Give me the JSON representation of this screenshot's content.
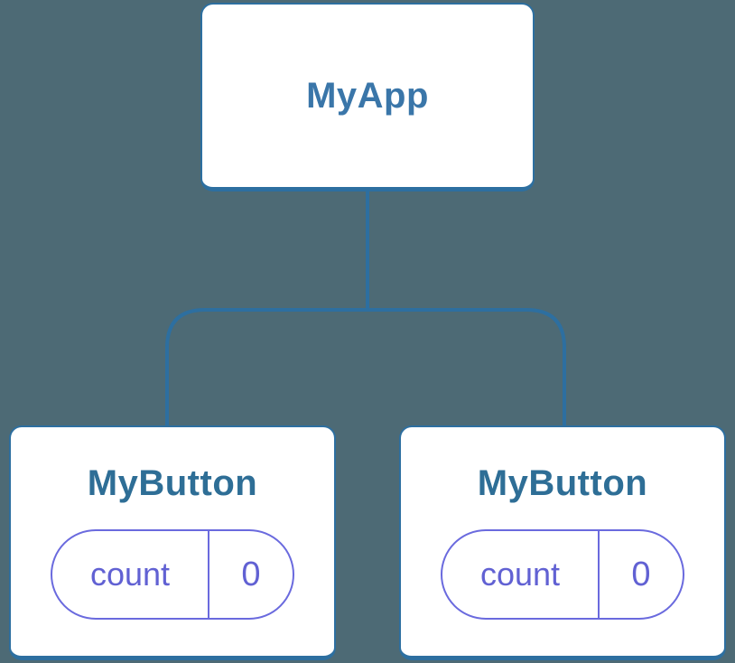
{
  "diagram": {
    "type": "component-tree",
    "background_color": "#4d6a75",
    "root": {
      "label": "MyApp"
    },
    "children": [
      {
        "label": "MyButton",
        "state": {
          "key": "count",
          "value": "0"
        }
      },
      {
        "label": "MyButton",
        "state": {
          "key": "count",
          "value": "0"
        }
      }
    ],
    "colors": {
      "node_fill": "#ffffff",
      "node_border": "#2d6fa0",
      "connector": "#2d6fa0",
      "root_label_text": "#3a76a9",
      "child_label_text": "#2e6e96",
      "state_pill_border": "#6a6ade",
      "state_pill_text": "#6161d3"
    }
  }
}
